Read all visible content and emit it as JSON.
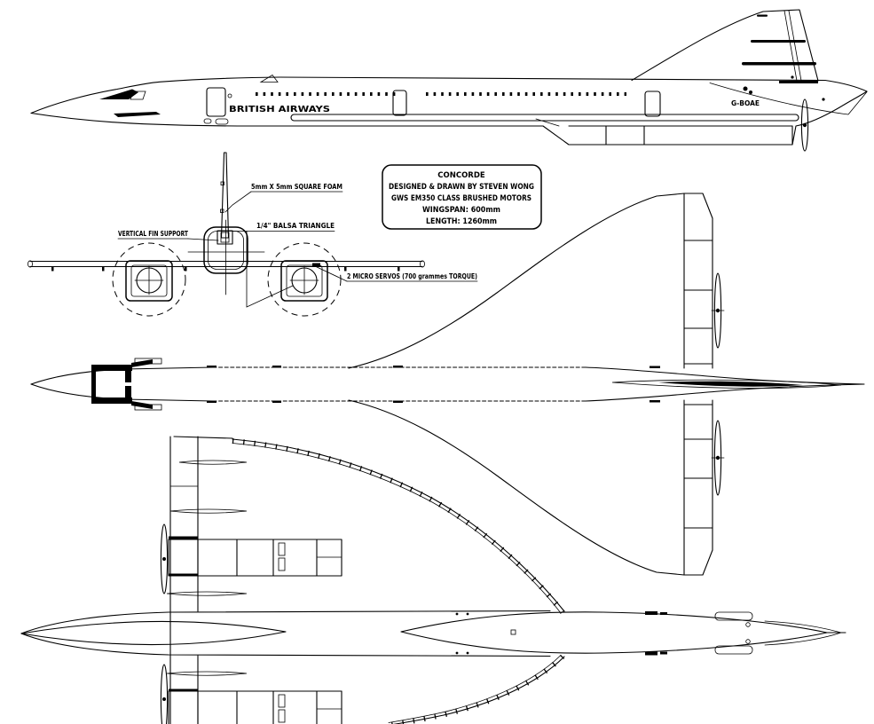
{
  "drawing": {
    "background": "#ffffff",
    "line_color": "#000000",
    "subject": "Concorde RC model aircraft three-view plan"
  },
  "side_view": {
    "airline_title": "BRITISH AIRWAYS",
    "registration": "G-BOAE"
  },
  "front_view": {
    "labels": {
      "fin_support": "VERTICAL FIN SUPPORT",
      "square_foam": "5mm X 5mm SQUARE FOAM",
      "balsa_triangle": "1/4\" BALSA TRIANGLE",
      "servos": "2 MICRO SERVOS (700 grammes TORQUE)"
    }
  },
  "info_box": {
    "title": "CONCORDE",
    "designer": "DESIGNED & DRAWN BY STEVEN WONG",
    "motors": "GWS EM350 CLASS BRUSHED MOTORS",
    "wingspan": "WINGSPAN: 600mm",
    "length": "LENGTH: 1260mm"
  }
}
